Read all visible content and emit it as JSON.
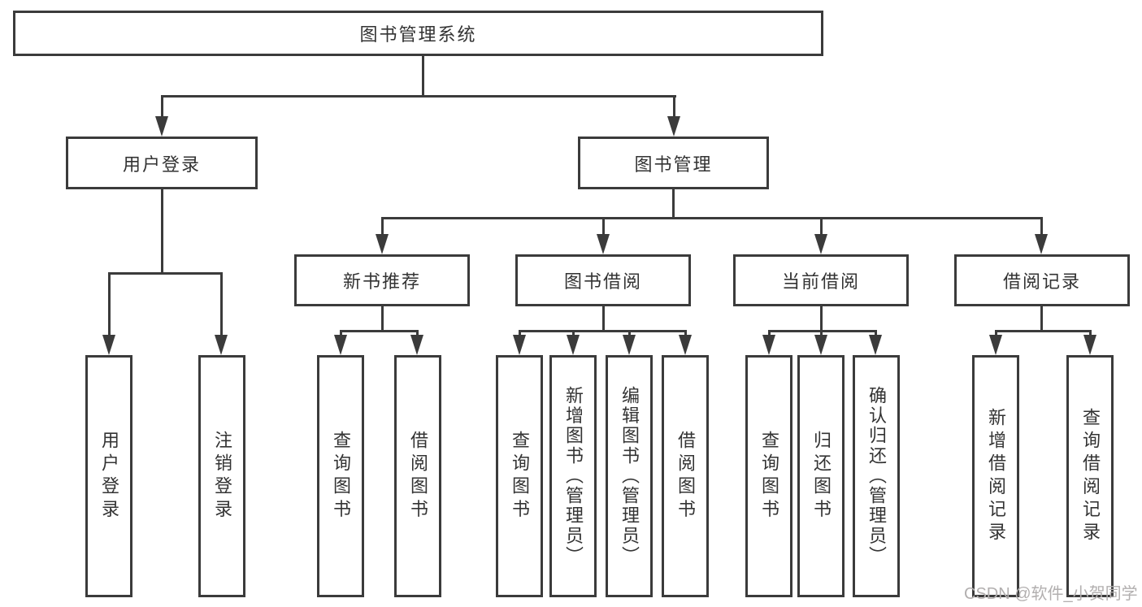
{
  "diagram_title": "图书管理系统",
  "nodes": {
    "root": {
      "label": "图书管理系统"
    },
    "login": {
      "label": "用户登录"
    },
    "mgmt": {
      "label": "图书管理"
    },
    "login_user": {
      "label": "用户登录"
    },
    "login_out": {
      "label": "注销登录"
    },
    "newbook": {
      "label": "新书推荐"
    },
    "borrow": {
      "label": "图书借阅"
    },
    "current": {
      "label": "当前借阅"
    },
    "history": {
      "label": "借阅记录"
    },
    "nb_query": {
      "label": "查询图书"
    },
    "nb_borrow": {
      "label": "借阅图书"
    },
    "bw_query": {
      "label": "查询图书"
    },
    "bw_add": {
      "label": "新增图书（管理员）"
    },
    "bw_edit": {
      "label": "编辑图书（管理员）"
    },
    "bw_borrow": {
      "label": "借阅图书"
    },
    "cu_query": {
      "label": "查询图书"
    },
    "cu_return": {
      "label": "归还图书"
    },
    "cu_confirm": {
      "label": "确认归还（管理员）"
    },
    "hi_add": {
      "label": "新增借阅记录"
    },
    "hi_query": {
      "label": "查询借阅记录"
    }
  },
  "hierarchy": {
    "图书管理系统": [
      "用户登录",
      "图书管理"
    ],
    "用户登录": [
      "用户登录",
      "注销登录"
    ],
    "图书管理": [
      "新书推荐",
      "图书借阅",
      "当前借阅",
      "借阅记录"
    ],
    "新书推荐": [
      "查询图书",
      "借阅图书"
    ],
    "图书借阅": [
      "查询图书",
      "新增图书（管理员）",
      "编辑图书（管理员）",
      "借阅图书"
    ],
    "当前借阅": [
      "查询图书",
      "归还图书",
      "确认归还（管理员）"
    ],
    "借阅记录": [
      "新增借阅记录",
      "查询借阅记录"
    ]
  },
  "watermark": "CSDN @软件_小贺同学",
  "colors": {
    "line": "#3b3b3b",
    "text": "#333333",
    "background": "#ffffff",
    "watermark": "#b2afaf"
  }
}
